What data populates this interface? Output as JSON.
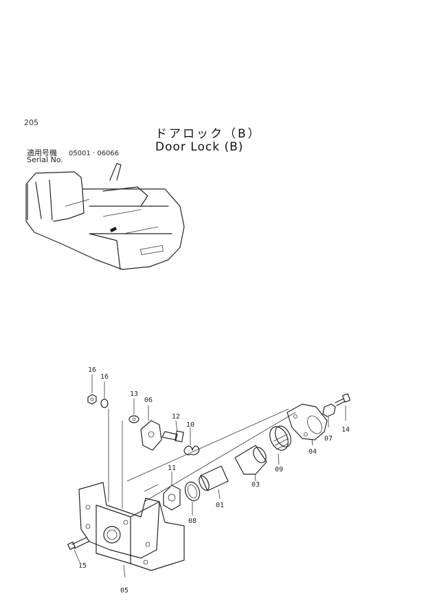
{
  "page_number": "205",
  "title_jp": "ドアロック（B）",
  "title_en": "Door Lock (B)",
  "serial": {
    "label_jp": "適用号機",
    "label_en": "Serial No.",
    "range": "05001 · 06066"
  },
  "callouts": {
    "p01": "01",
    "p03": "03",
    "p04": "04",
    "p05": "05",
    "p06": "06",
    "p07": "07",
    "p08": "08",
    "p09": "09",
    "p10": "10",
    "p11": "11",
    "p12": "12",
    "p13": "13",
    "p14": "14",
    "p15": "15",
    "p16a": "16",
    "p16b": "16"
  }
}
